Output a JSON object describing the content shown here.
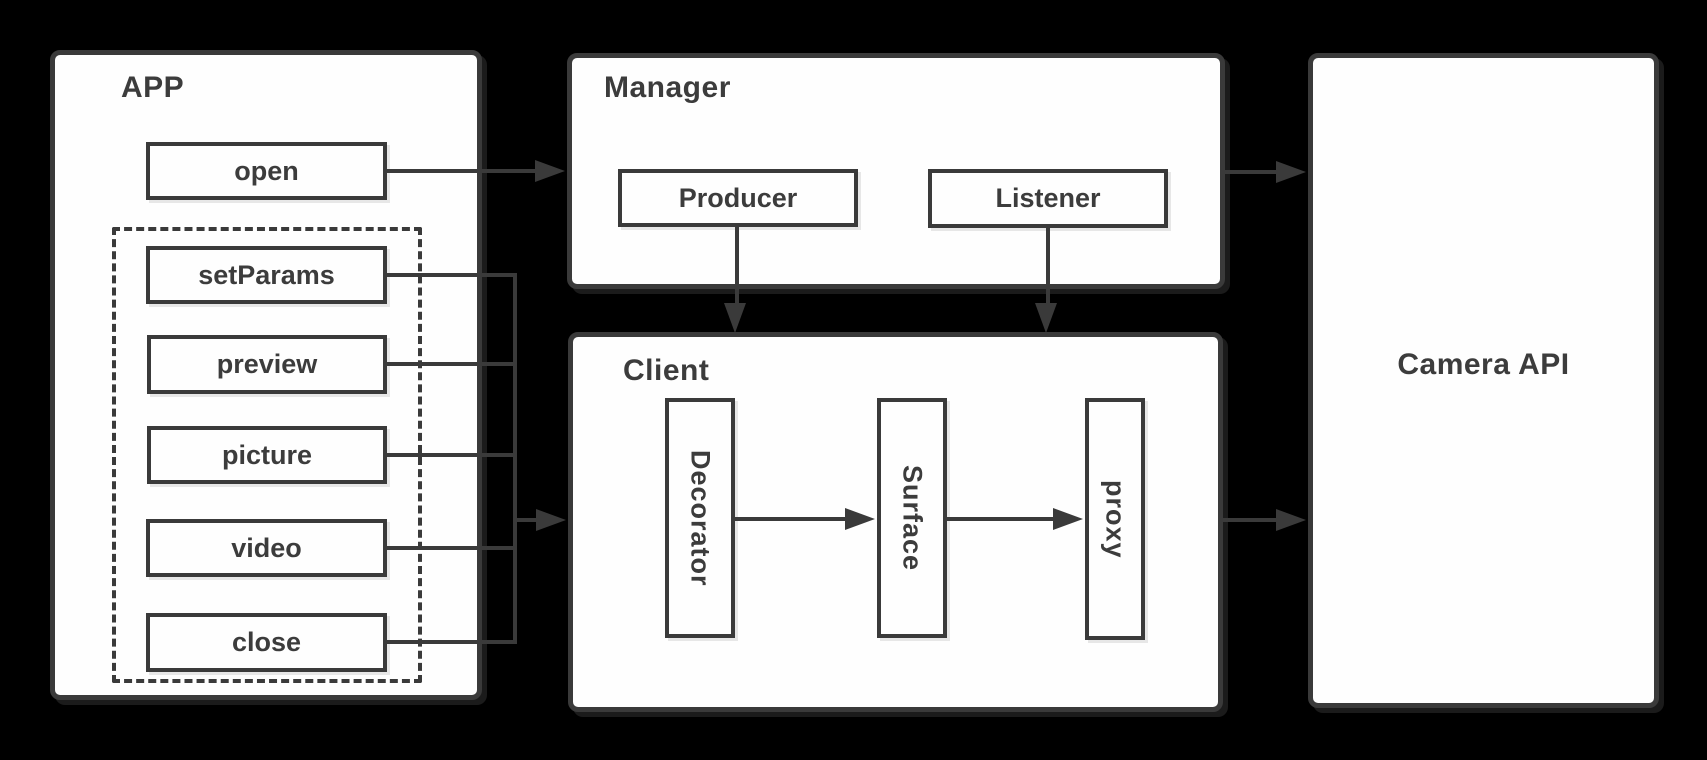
{
  "colors": {
    "background": "#000000",
    "box_fill": "#fefefe",
    "stroke": "#3a3a3a",
    "text": "#3c3c3c"
  },
  "app": {
    "title": "APP",
    "open": "open",
    "functions": [
      "setParams",
      "preview",
      "picture",
      "video",
      "close"
    ]
  },
  "manager": {
    "title": "Manager",
    "producer": "Producer",
    "listener": "Listener"
  },
  "client": {
    "title": "Client",
    "stages": [
      "Decorator",
      "Surface",
      "proxy"
    ]
  },
  "camera_api": {
    "title": "Camera API"
  },
  "edges": [
    {
      "from": "app.open",
      "to": "manager"
    },
    {
      "from": "app.functions-group",
      "to": "client"
    },
    {
      "from": "manager.producer",
      "to": "client"
    },
    {
      "from": "manager.listener",
      "to": "client"
    },
    {
      "from": "client.decorator",
      "to": "client.surface"
    },
    {
      "from": "client.surface",
      "to": "client.proxy"
    },
    {
      "from": "manager",
      "to": "camera_api"
    },
    {
      "from": "client",
      "to": "camera_api"
    }
  ]
}
